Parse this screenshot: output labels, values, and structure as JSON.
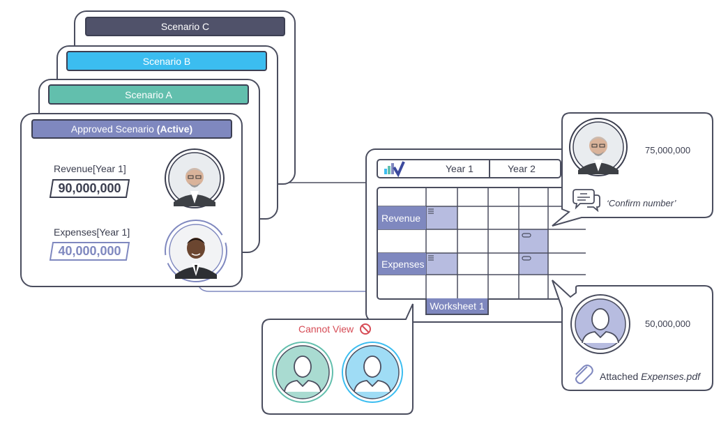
{
  "scenarios": {
    "c": "Scenario C",
    "b": "Scenario B",
    "a": "Scenario A",
    "approved": "Approved Scenario",
    "approved_suffix": "(Active)"
  },
  "metrics": {
    "revenue_label": "Revenue[Year 1]",
    "revenue_value": "90,000,000",
    "expenses_label": "Expenses[Year 1]",
    "expenses_value": "40,000,000"
  },
  "worksheet": {
    "col1": "Year 1",
    "col2": "Year 2",
    "row1": "Revenue",
    "row2": "Expenses",
    "tab": "Worksheet 1"
  },
  "comment_bubble": {
    "value": "75,000,000",
    "comment": "‘Confirm number’"
  },
  "attachment_bubble": {
    "value": "50,000,000",
    "attached_label": "Attached",
    "attached_file": "Expenses.pdf"
  },
  "restricted_bubble": {
    "label": "Cannot View"
  },
  "colors": {
    "scenario_c": "#50526a",
    "scenario_b": "#3bbdf0",
    "scenario_a": "#62bfad",
    "approved": "#7f88bf",
    "outline": "#4a4d5e",
    "accent_blue": "#7f88bf",
    "warning_red": "#d64b55"
  }
}
